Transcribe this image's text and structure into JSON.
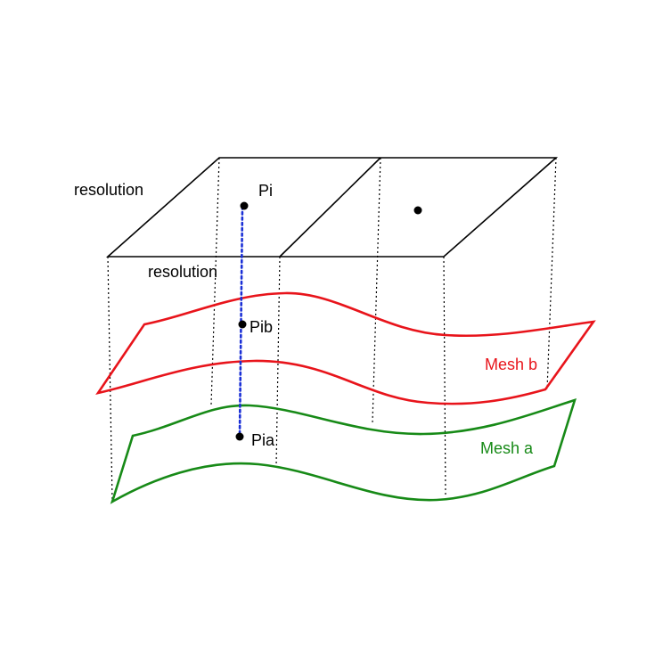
{
  "labels": {
    "resolution_top": "resolution",
    "resolution_front": "resolution",
    "point_pi": "Pi",
    "point_pib": "Pib",
    "point_pia": "Pia",
    "mesh_b": "Mesh b",
    "mesh_a": "Mesh a"
  },
  "colors": {
    "grid_lines": "#000000",
    "projection_line": "#1a2fd6",
    "mesh_b": "#e8141b",
    "mesh_a": "#178a17",
    "points": "#000000"
  }
}
